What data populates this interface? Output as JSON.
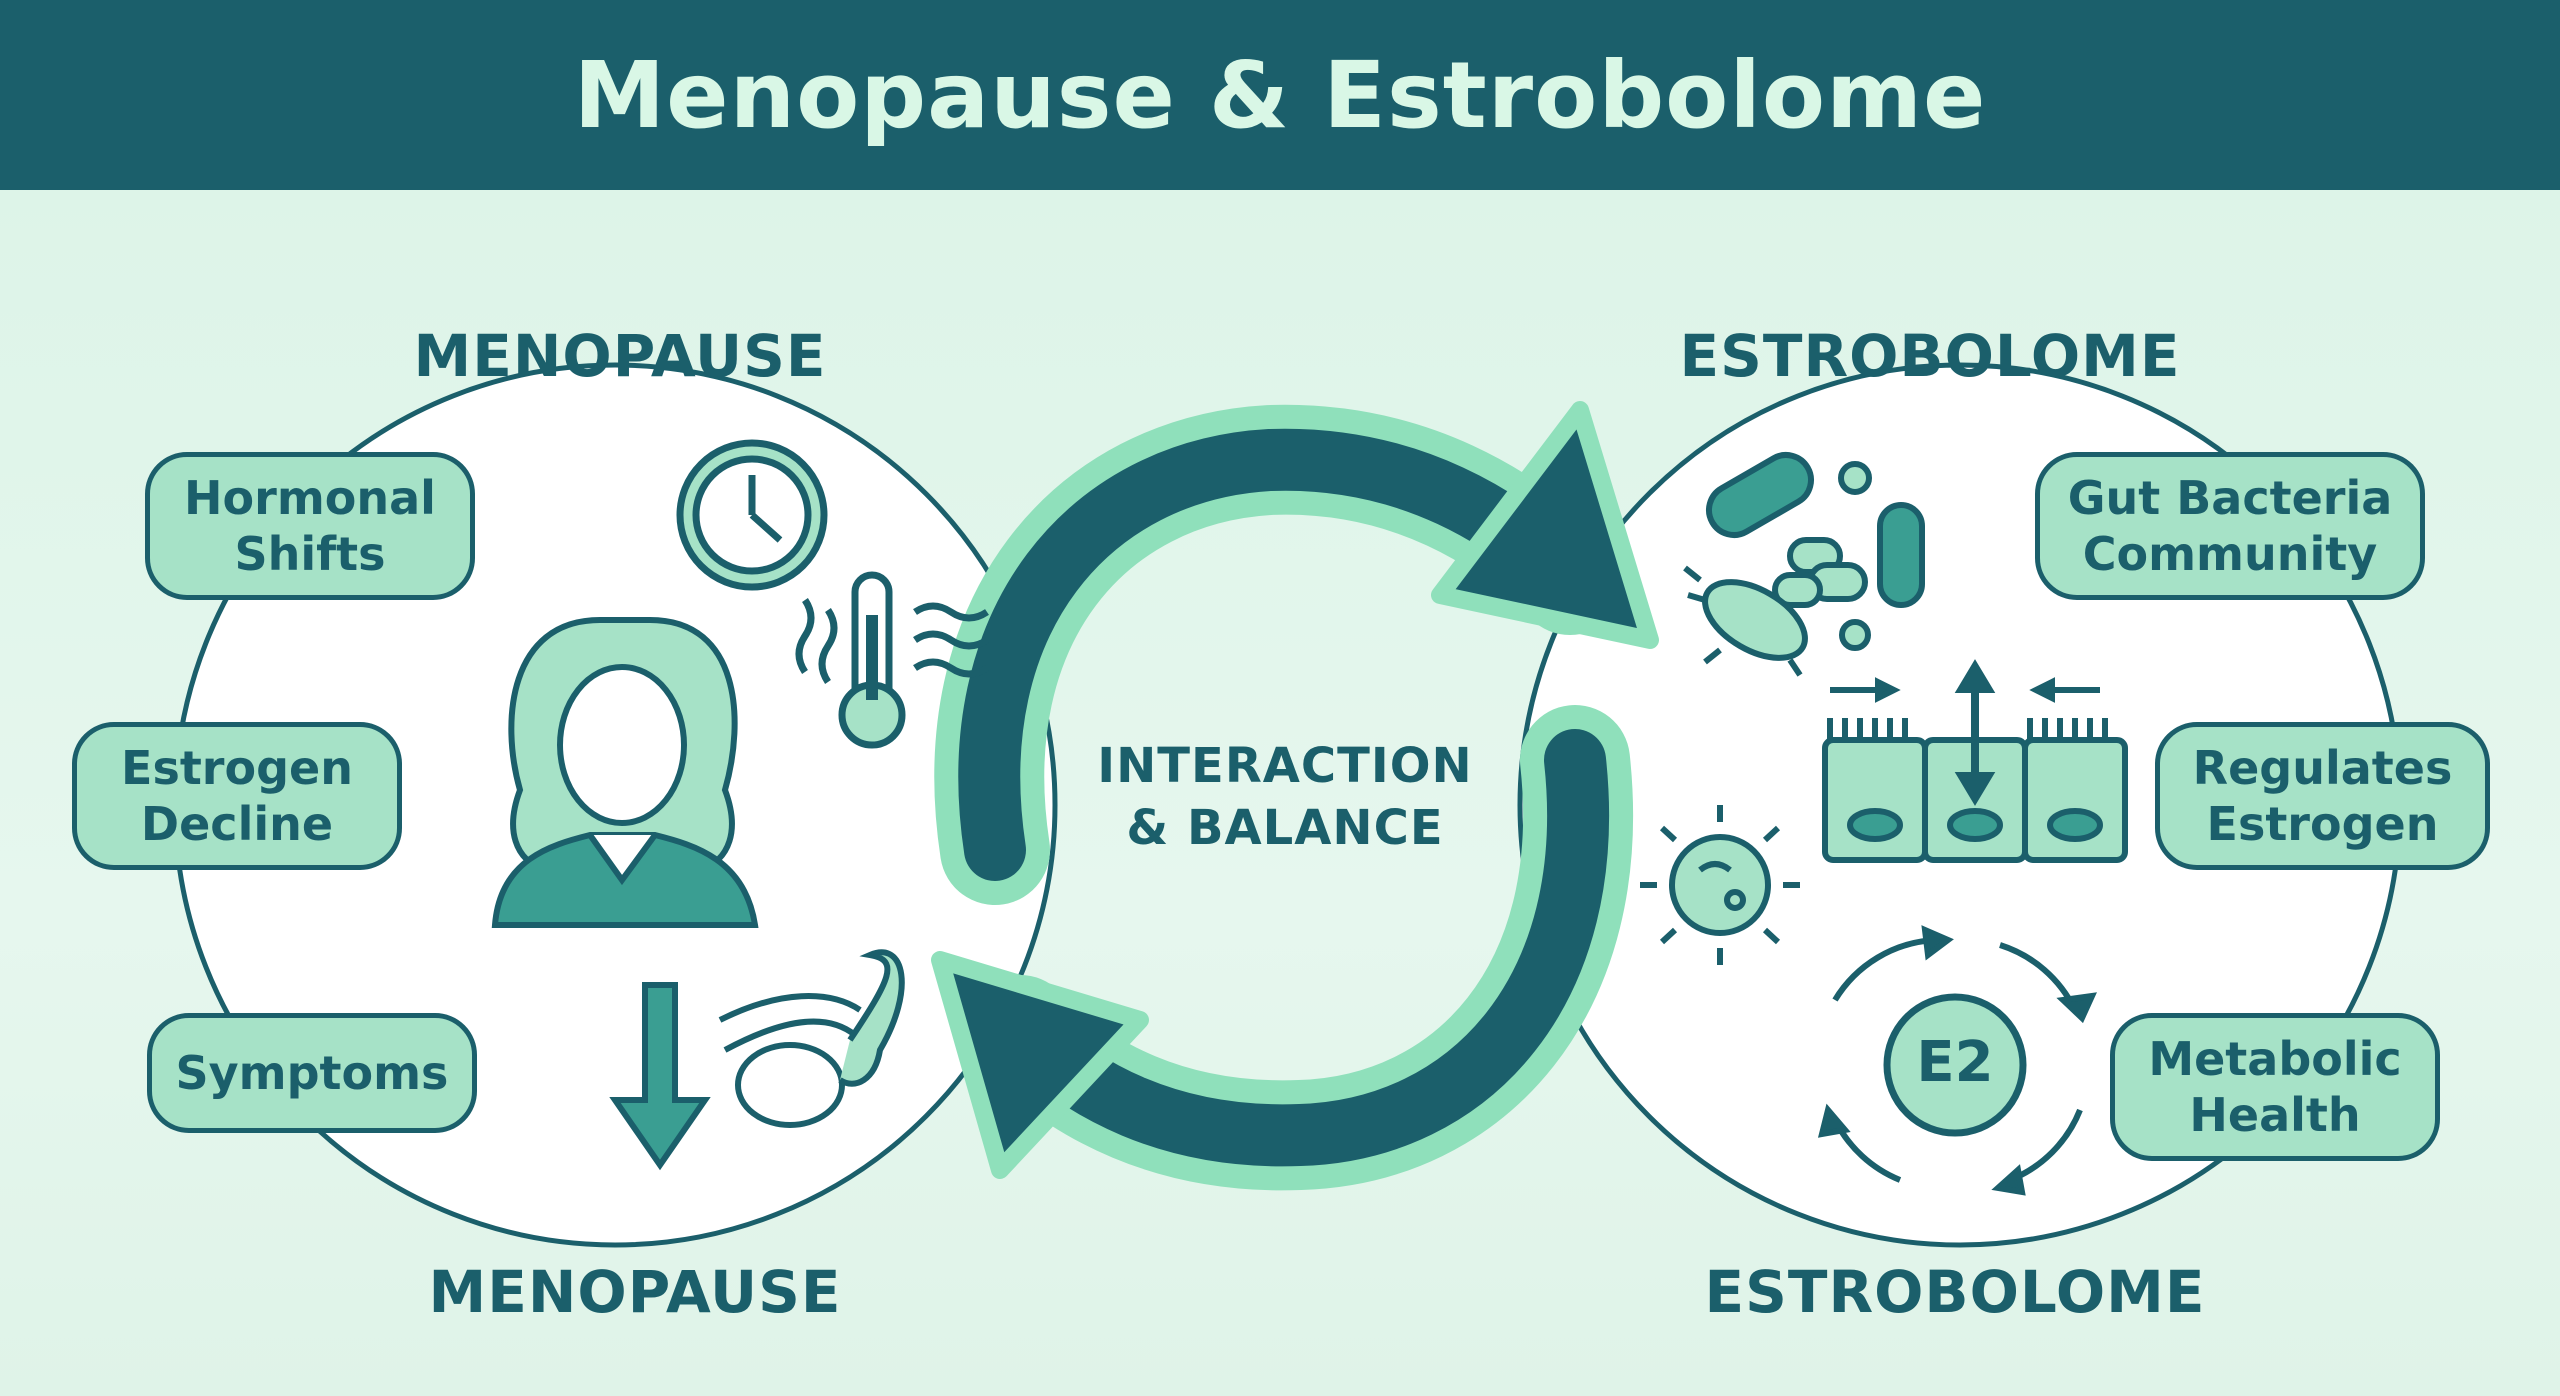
{
  "title": "Menopause & Estrobolome",
  "left": {
    "heading_top": "MENOPAUSE",
    "heading_bottom": "MENOPAUSE",
    "pills": [
      "Hormonal Shifts",
      "Estrogen Decline",
      "Symptoms"
    ]
  },
  "right": {
    "heading_top": "ESTROBOLOME",
    "heading_bottom": "ESTROBOLOME",
    "pills": [
      "Gut Bacteria Community",
      "Regulates Estrogen",
      "Metabolic Health"
    ],
    "hormone_label": "E2"
  },
  "center": {
    "line1": "INTERACTION",
    "line2": "& BALANCE"
  },
  "colors": {
    "primary": "#1b5f6b",
    "mint": "#a6e2c7",
    "light": "#dff5ea",
    "accent": "#8fe0bb"
  },
  "icons": [
    "clock-icon",
    "thermometer-icon",
    "woman-icon",
    "down-arrow-icon",
    "ovary-icon",
    "bacteria-icon",
    "gut-lining-icon",
    "microbe-icon",
    "cycle-arrows-icon"
  ]
}
